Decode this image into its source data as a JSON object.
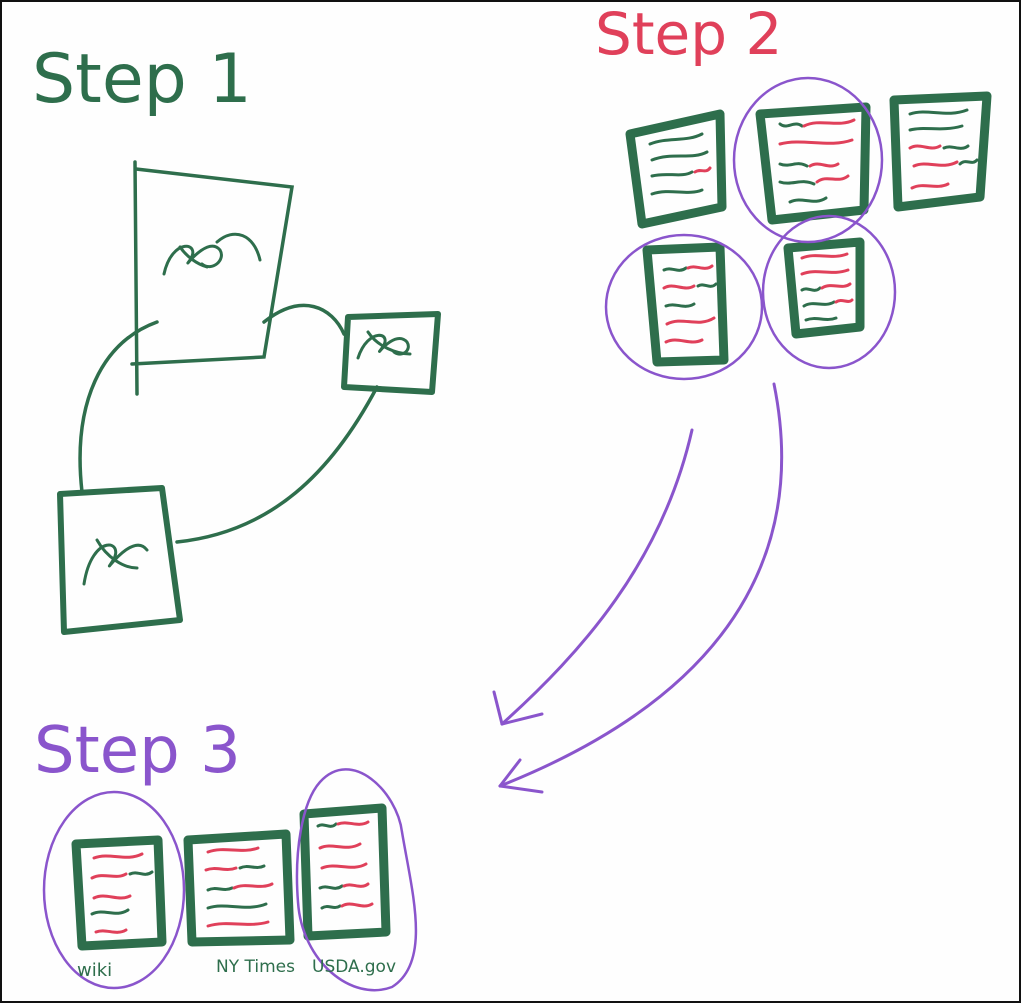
{
  "steps": {
    "step1": {
      "label": "Step 1",
      "color": "#2e6e4c"
    },
    "step2": {
      "label": "Step 2",
      "color": "#e0405a"
    },
    "step3": {
      "label": "Step 3",
      "color": "#8a55cc"
    }
  },
  "sources": {
    "first": "wiki",
    "second": "NY Times",
    "third": "USDA.gov"
  },
  "colors": {
    "ink_green": "#2e6e4c",
    "ink_red": "#e0405a",
    "ink_purple": "#8a55cc"
  }
}
